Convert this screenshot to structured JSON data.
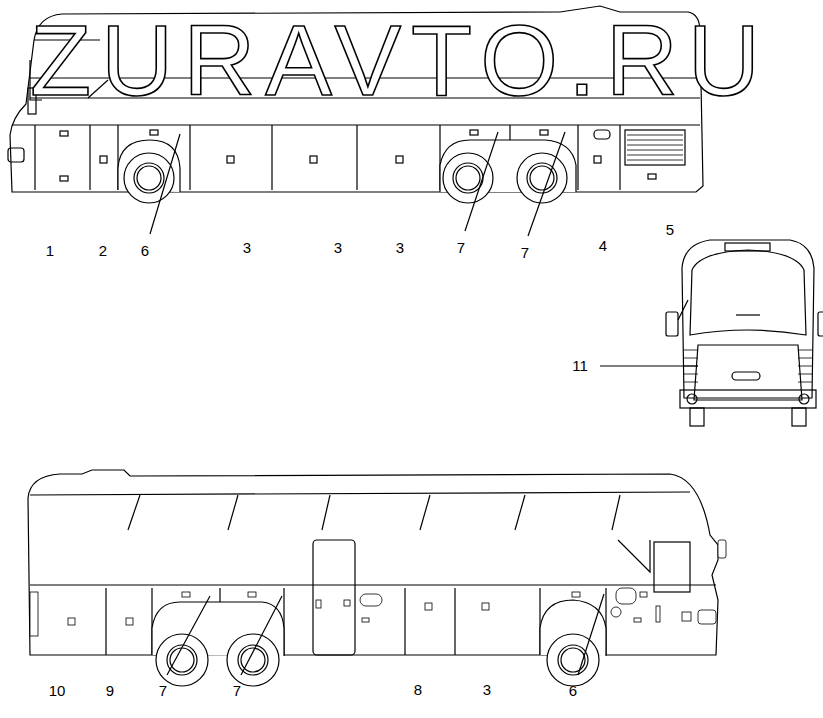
{
  "diagram": {
    "labels": [
      "ZURAVTO.RU",
      "1",
      "2",
      "6",
      "3",
      "3",
      "3",
      "7",
      "7",
      "4",
      "5",
      "11",
      "10",
      "9",
      "7",
      "7",
      "8",
      "3",
      "6"
    ]
  }
}
